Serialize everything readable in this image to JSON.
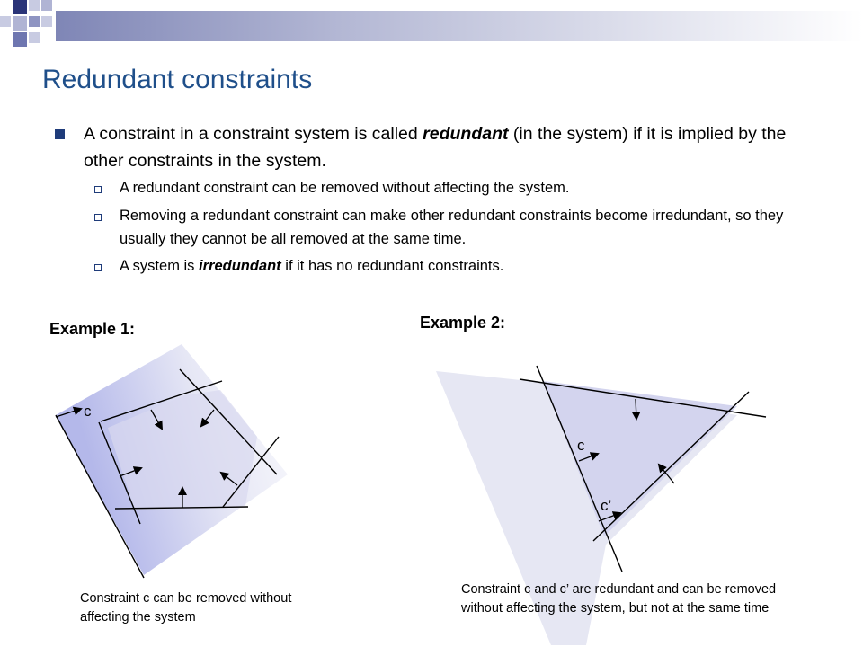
{
  "slide": {
    "title": "Redundant constraints",
    "main_bullet": {
      "before": "A constraint in a constraint system is called ",
      "emphasis": "redundant",
      "after": " (in the system) if it is implied by the other constraints in the system."
    },
    "sub_bullets": [
      {
        "text": "A redundant constraint can be removed without affecting the system."
      },
      {
        "text": "Removing a redundant constraint can make other redundant constraints become irredundant, so they usually they cannot be all removed at the same time."
      },
      {
        "before": "A system is ",
        "emphasis": "irredundant",
        "after": " if it has no redundant constraints."
      }
    ]
  },
  "example1": {
    "label": "Example 1:",
    "constraint_label": "c",
    "caption": "Constraint c can be removed without affecting the system"
  },
  "example2": {
    "label": "Example 2:",
    "constraint_c_label": "c",
    "constraint_c_prime_label": "c’",
    "caption": "Constraint c and c’ are redundant and can be removed without affecting the system, but not at the same time"
  },
  "colors": {
    "title": "#1f4f8a",
    "bullet": "#1f3c7a",
    "region_fill": "#d5d6ef",
    "region_light": "#e6e7f3"
  }
}
